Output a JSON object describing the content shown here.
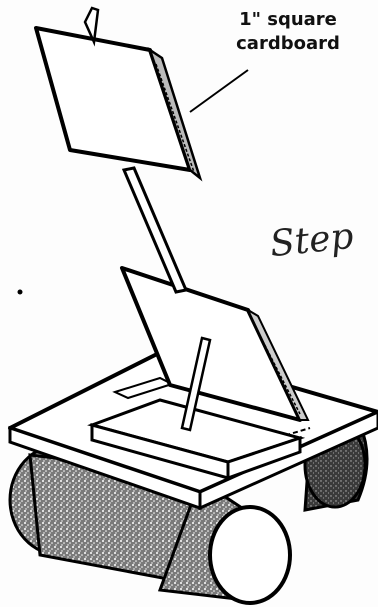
{
  "annotation": {
    "line1": "1\" square",
    "line2": "cardboard"
  },
  "handwriting": {
    "word": "Step"
  }
}
